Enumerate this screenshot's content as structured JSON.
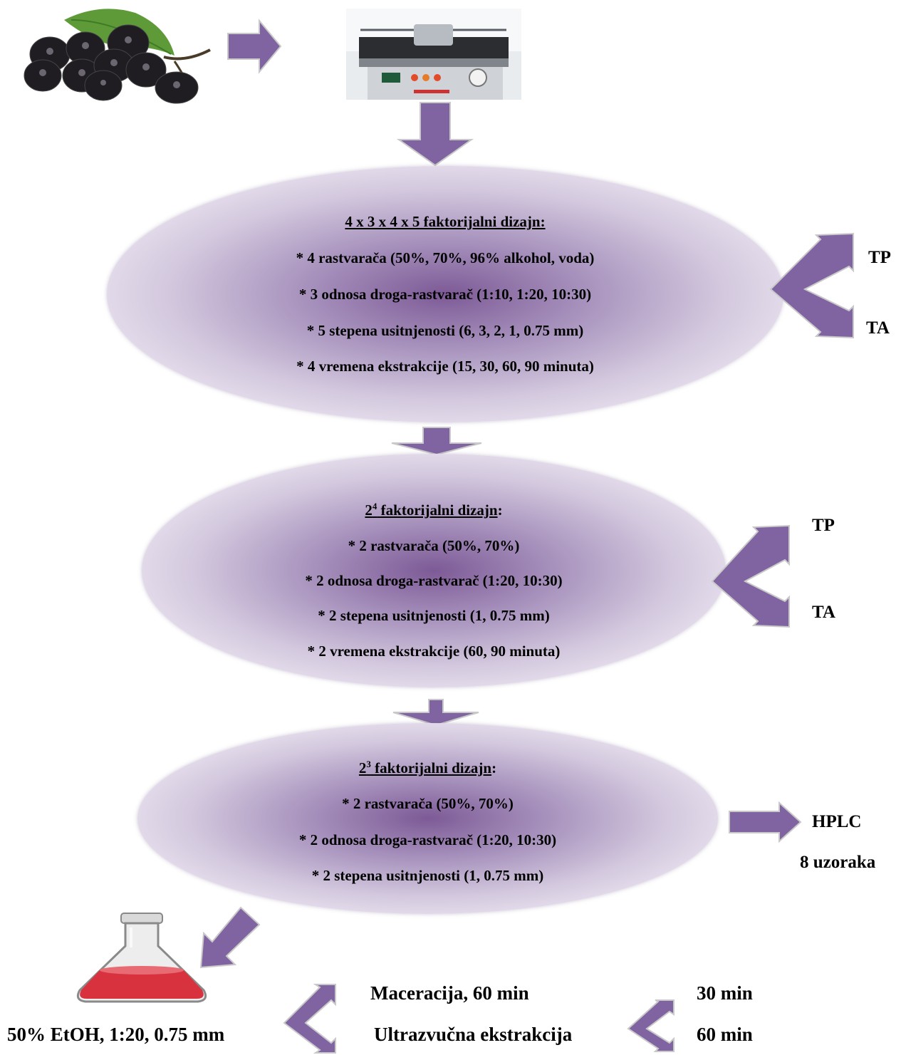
{
  "step1": {
    "title": "4 x 3 x 4 x 5 faktorijalni dizajn:",
    "items": [
      "* 4 rastvarača (50%, 70%, 96% alkohol, voda)",
      "* 3 odnosa droga-rastvarač (1:10, 1:20, 10:30)",
      "* 5 stepena usitnjenosti (6, 3, 2, 1, 0.75 mm)",
      "* 4 vremena ekstrakcije (15, 30, 60, 90 minuta)"
    ],
    "out_top": "TP",
    "out_bottom": "TA"
  },
  "step2": {
    "title_base": "2",
    "title_sup": "4",
    "title_rest": " faktorijalni dizajn",
    "title_colon": ":",
    "items": [
      "* 2 rastvarača (50%, 70%)",
      "* 2 odnosa droga-rastvarač (1:20, 10:30)",
      "* 2 stepena usitnjenosti (1, 0.75 mm)",
      "* 2 vremena ekstrakcije (60, 90 minuta)"
    ],
    "out_top": "TP",
    "out_bottom": "TA"
  },
  "step3": {
    "title_base": "2",
    "title_sup": "3",
    "title_rest": " faktorijalni dizajn",
    "title_colon": ":",
    "items": [
      "* 2 rastvarača (50%, 70%)",
      "* 2 odnosa droga-rastvarač (1:20, 10:30)",
      "* 2 stepena usitnjenosti (1, 0.75 mm)"
    ],
    "out_label": "HPLC",
    "out_count": "8 uzoraka"
  },
  "final": {
    "condition": "50% EtOH, 1:20, 0.75 mm",
    "method_top": "Maceracija, 60 min",
    "method_bottom": "Ultrazvučna ekstrakcija",
    "time_top": "30 min",
    "time_bottom": "60 min"
  },
  "colors": {
    "arrow": "#8064a2",
    "berry": "#1f1d22",
    "liquid": "#d8323f"
  }
}
